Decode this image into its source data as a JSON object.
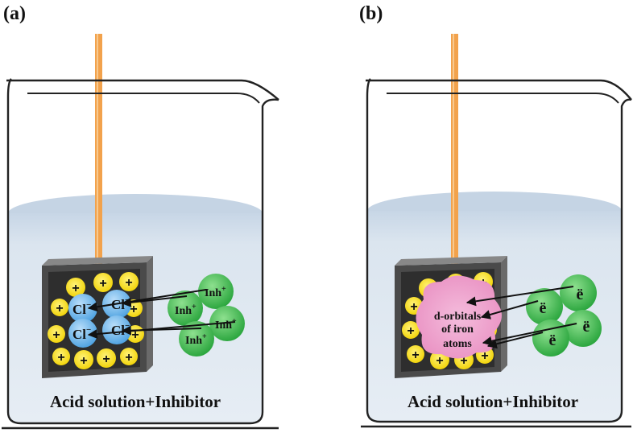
{
  "panels": [
    {
      "id": "a",
      "label": "(a)",
      "solution_label": "Acid solution+Inhibitor",
      "ions": [
        {
          "text": "Cl",
          "sup": "−"
        },
        {
          "text": "Cl",
          "sup": "−"
        },
        {
          "text": "Cl",
          "sup": "−"
        },
        {
          "text": "Cl",
          "sup": "−"
        }
      ],
      "inhibitors": [
        {
          "text": "Inh",
          "sup": "+"
        },
        {
          "text": "Inh",
          "sup": "+"
        },
        {
          "text": "Inh",
          "sup": "+"
        },
        {
          "text": "Inh",
          "sup": "+"
        }
      ]
    },
    {
      "id": "b",
      "label": "(b)",
      "solution_label": "Acid solution+Inhibitor",
      "orbital_text": [
        "d-orbitals",
        "of iron",
        "atoms"
      ],
      "electrons": [
        "ë",
        "ë",
        "ë",
        "ë"
      ]
    }
  ],
  "charge_symbol": "+",
  "colors": {
    "solution": "#dde6ef",
    "rod": "#f2a24c",
    "positive_charge": "#f4de1c",
    "chloride": "#6fb3e8",
    "inhibitor": "#3bb54a",
    "orbital": "#ec9fc9",
    "plate": "#555555"
  }
}
